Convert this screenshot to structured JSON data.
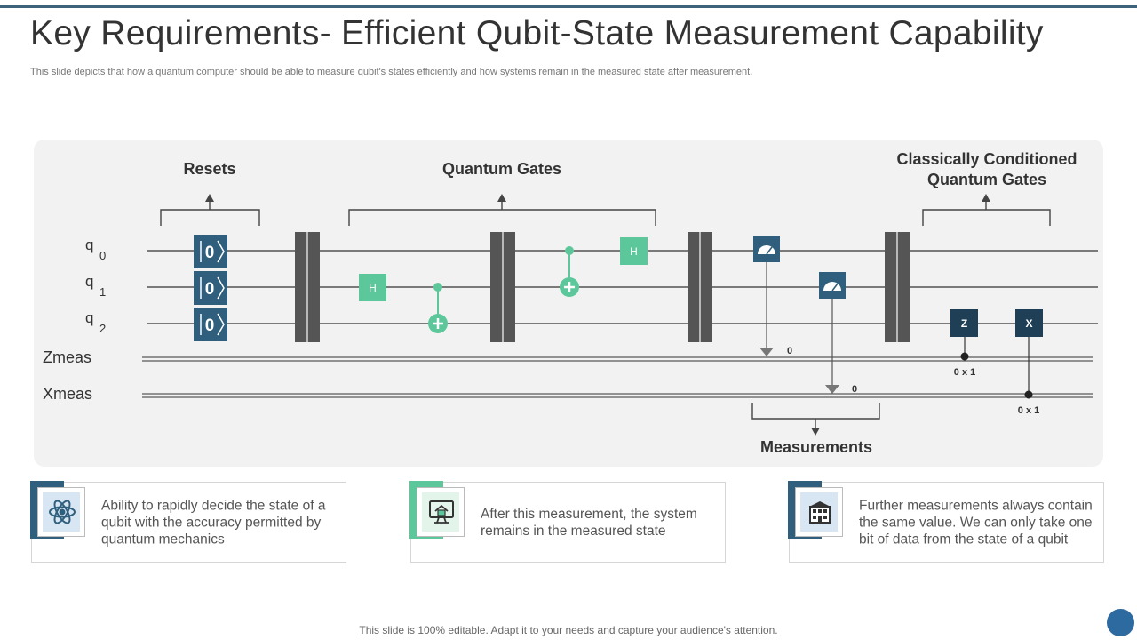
{
  "title": "Key Requirements- Efficient Qubit-State Measurement Capability",
  "subtitle": "This slide depicts that how a quantum computer should be able to measure qubit's states efficiently and how systems remain in the measured state after measurement.",
  "diagram": {
    "labels": {
      "resets": "Resets",
      "quantum_gates": "Quantum Gates",
      "cc_line1": "Classically Conditioned",
      "cc_line2": "Quantum Gates",
      "measurements": "Measurements"
    },
    "wires": {
      "q0": "q",
      "q0_sub": "0",
      "q1": "q",
      "q1_sub": "1",
      "q2": "q",
      "q2_sub": "2",
      "zmeas": "Zmeas",
      "xmeas": "Xmeas"
    },
    "reset_value": "0",
    "gate_h": "H",
    "gate_z": "Z",
    "gate_x": "X",
    "meas_z_value": "0",
    "meas_x_value": "0",
    "cond_z": "0 x 1",
    "cond_x": "0 x 1"
  },
  "cards": [
    {
      "text": "Ability to rapidly decide the state of a qubit with the accuracy permitted by quantum mechanics",
      "icon": "atom-icon",
      "accent": "#2f5f7d"
    },
    {
      "text": "After this measurement, the system remains in the measured state",
      "icon": "home-monitor-icon",
      "accent": "#5cc79a"
    },
    {
      "text": "Further measurements always contain the same value.  We can only take one bit of data from the state of a qubit",
      "icon": "building-icon",
      "accent": "#2f5f7d"
    }
  ],
  "footer": "This slide is 100% editable. Adapt it to your needs and capture your audience's attention.",
  "colors": {
    "navy": "#2f5f7d",
    "green": "#5cc79a",
    "barrier": "#555555",
    "panel": "#f2f2f2"
  }
}
